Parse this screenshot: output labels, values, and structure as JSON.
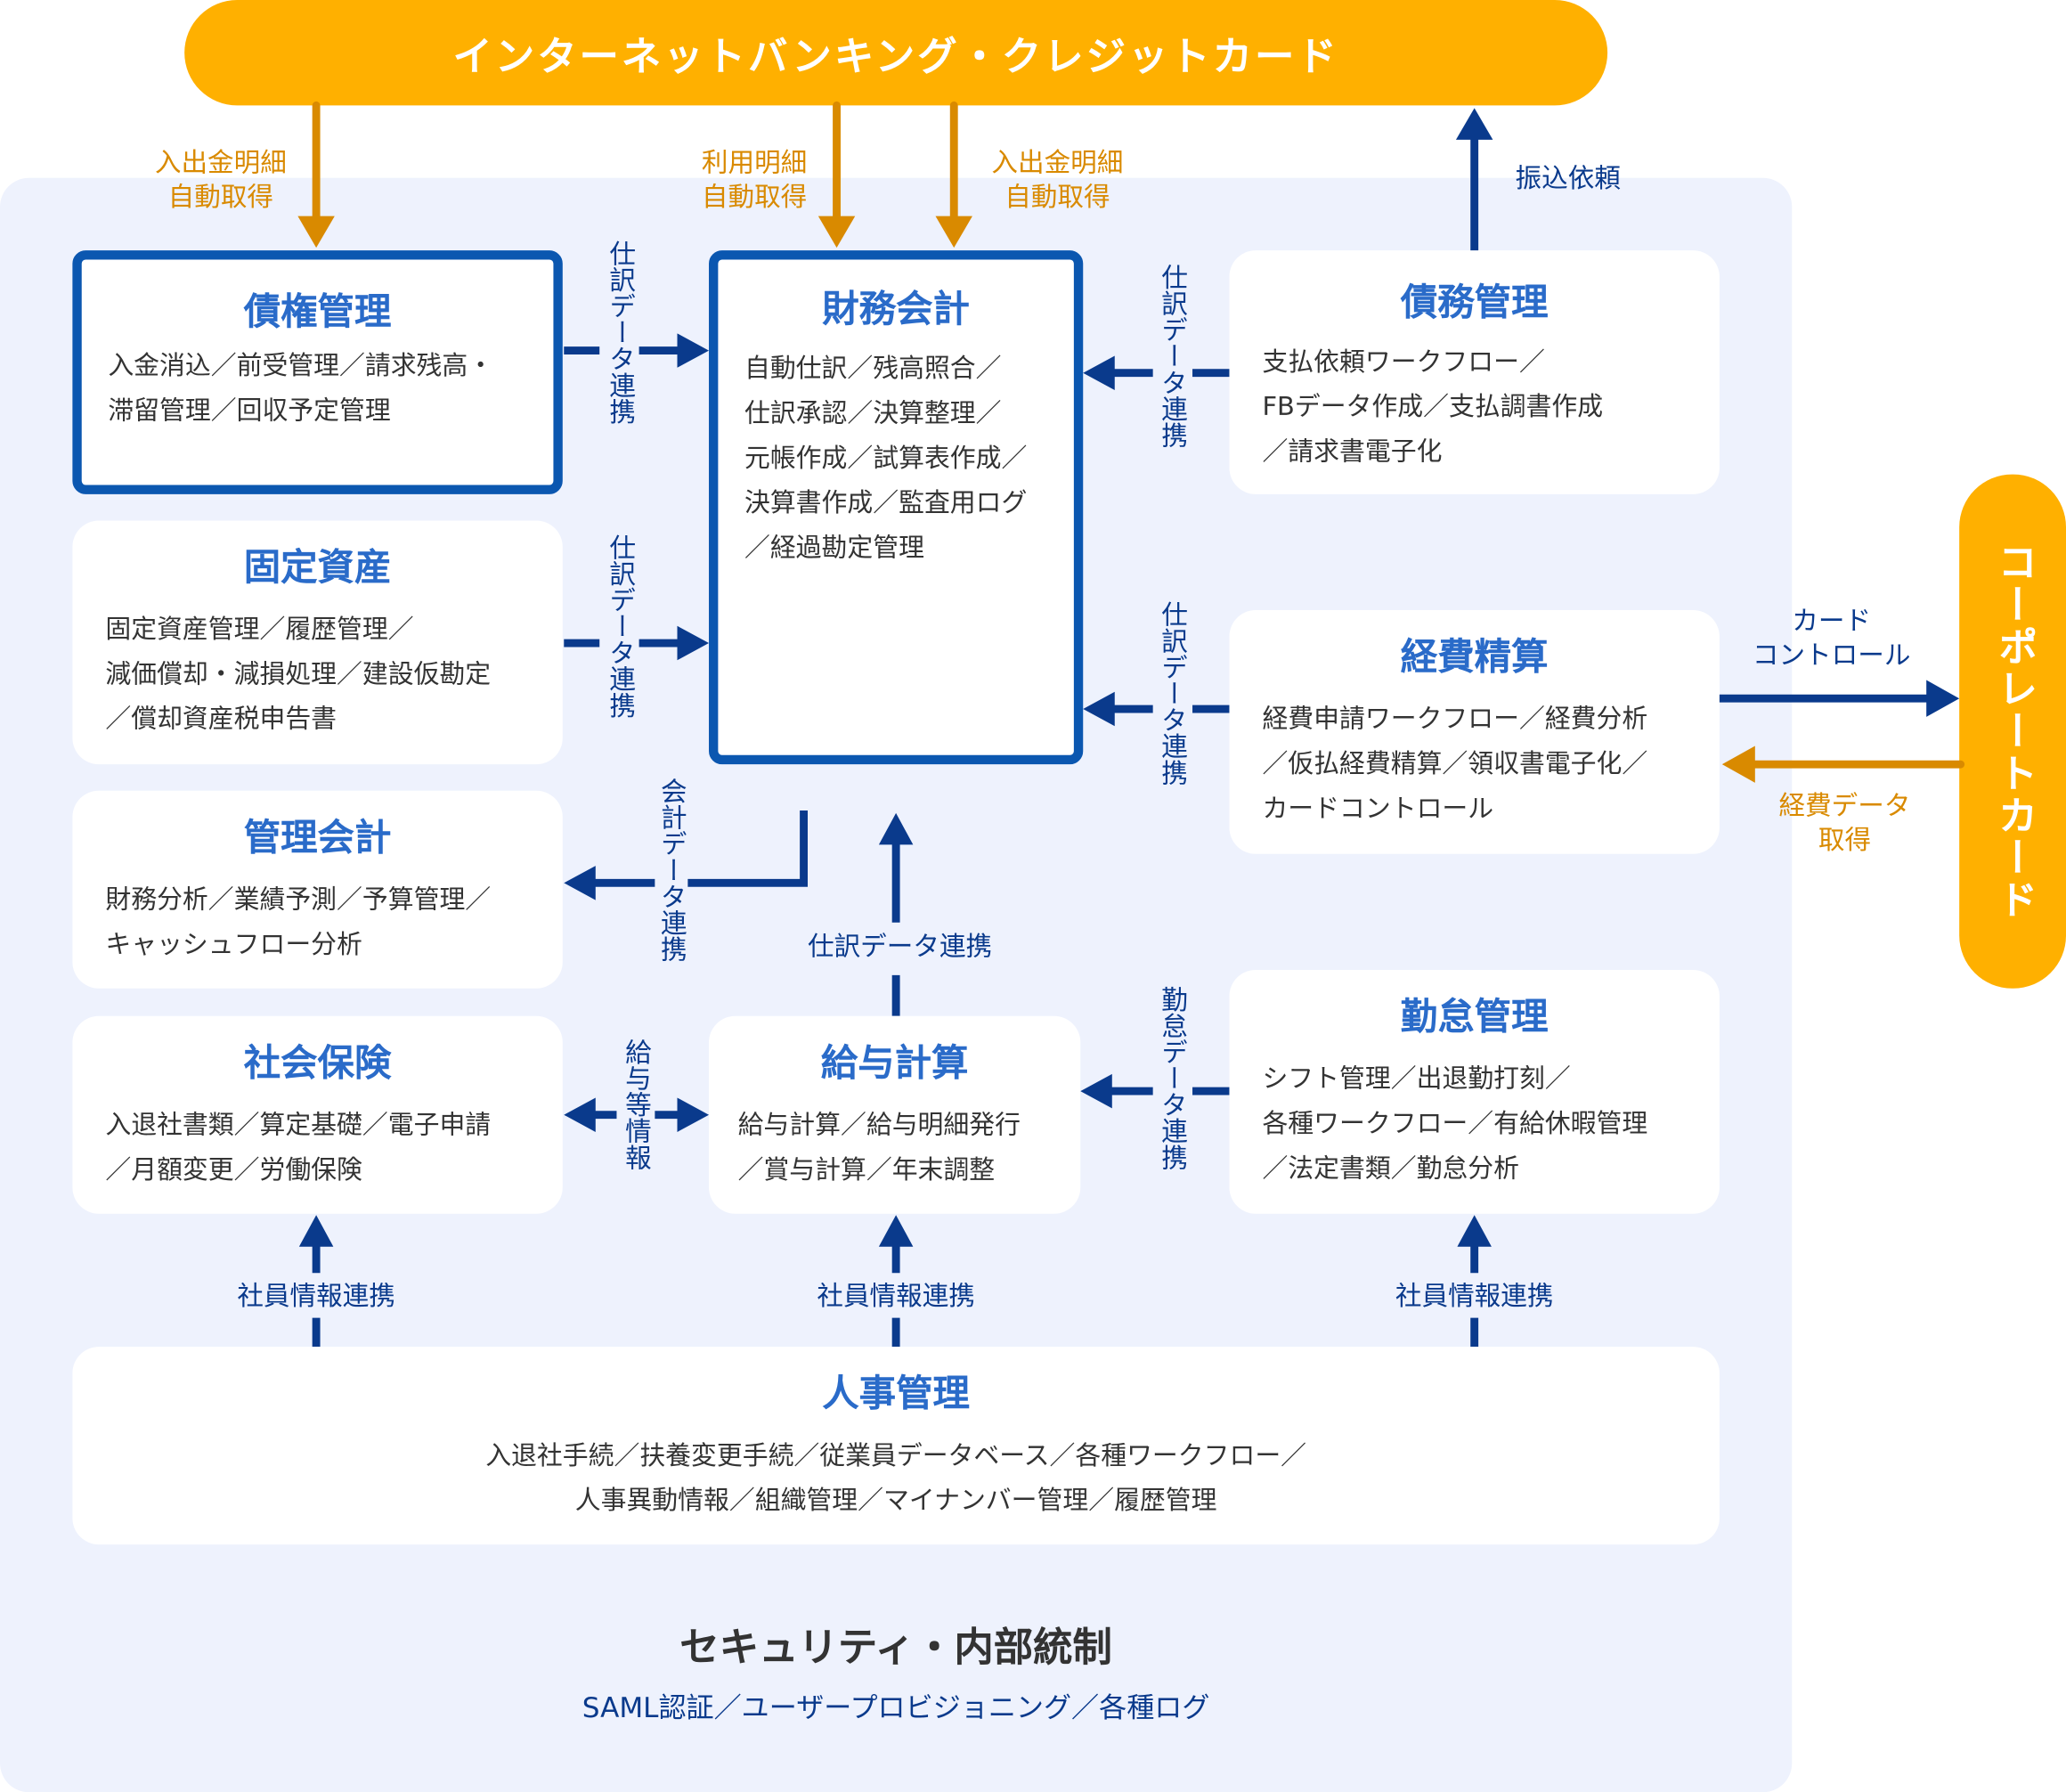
{
  "colors": {
    "orange": "#FFB000",
    "orange_arrow": "#D98A00",
    "navy": "#0A3A8C",
    "title_blue": "#2A6BC9",
    "panel": "#EEF2FD"
  },
  "top_bar": "インターネットバンキング・クレジットカード",
  "corporate_card": "コーポレートカード",
  "labels": {
    "deposit_fetch_left": "入出金明細\n自動取得",
    "usage_fetch": "利用明細\n自動取得",
    "deposit_fetch_right": "入出金明細\n自動取得",
    "transfer_request": "振込依頼",
    "journal_1": "仕訳データ連携",
    "journal_2": "仕訳データ連携",
    "journal_3": "仕訳データ連携",
    "journal_4": "仕訳データ連携",
    "journal_up": "仕訳データ連携",
    "accounting_data": "会計データ連携",
    "payroll_info": "給与等情報",
    "attendance_data": "勤怠データ連携",
    "card_control": "カード\nコントロール",
    "expense_data": "経費データ\n取得",
    "employee_1": "社員情報連携",
    "employee_2": "社員情報連携",
    "employee_3": "社員情報連携"
  },
  "modules": {
    "receivables": {
      "title": "債権管理",
      "desc": "入金消込／前受管理／請求残高・\n滞留管理／回収予定管理"
    },
    "financial": {
      "title": "財務会計",
      "desc": "自動仕訳／残高照合／\n仕訳承認／決算整理／\n元帳作成／試算表作成／\n決算書作成／監査用ログ\n／経過勘定管理"
    },
    "payables": {
      "title": "債務管理",
      "desc": "支払依頼ワークフロー／\nFBデータ作成／支払調書作成\n／請求書電子化"
    },
    "fixed_assets": {
      "title": "固定資産",
      "desc": "固定資産管理／履歴管理／\n減価償却・減損処理／建設仮勘定\n／償却資産税申告書"
    },
    "expenses": {
      "title": "経費精算",
      "desc": "経費申請ワークフロー／経費分析\n／仮払経費精算／領収書電子化／\nカードコントロール"
    },
    "management": {
      "title": "管理会計",
      "desc": "財務分析／業績予測／予算管理／\nキャッシュフロー分析"
    },
    "social": {
      "title": "社会保険",
      "desc": "入退社書類／算定基礎／電子申請\n／月額変更／労働保険"
    },
    "payroll": {
      "title": "給与計算",
      "desc": "給与計算／給与明細発行\n／賞与計算／年末調整"
    },
    "attendance": {
      "title": "勤怠管理",
      "desc": "シフト管理／出退勤打刻／\n各種ワークフロー／有給休暇管理\n／法定書類／勤怠分析"
    },
    "hr": {
      "title": "人事管理",
      "desc": "入退社手続／扶養変更手続／従業員データベース／各種ワークフロー／\n人事異動情報／組織管理／マイナンバー管理／履歴管理"
    }
  },
  "security": {
    "title": "セキュリティ・内部統制",
    "desc": "SAML認証／ユーザープロビジョニング／各種ログ"
  }
}
